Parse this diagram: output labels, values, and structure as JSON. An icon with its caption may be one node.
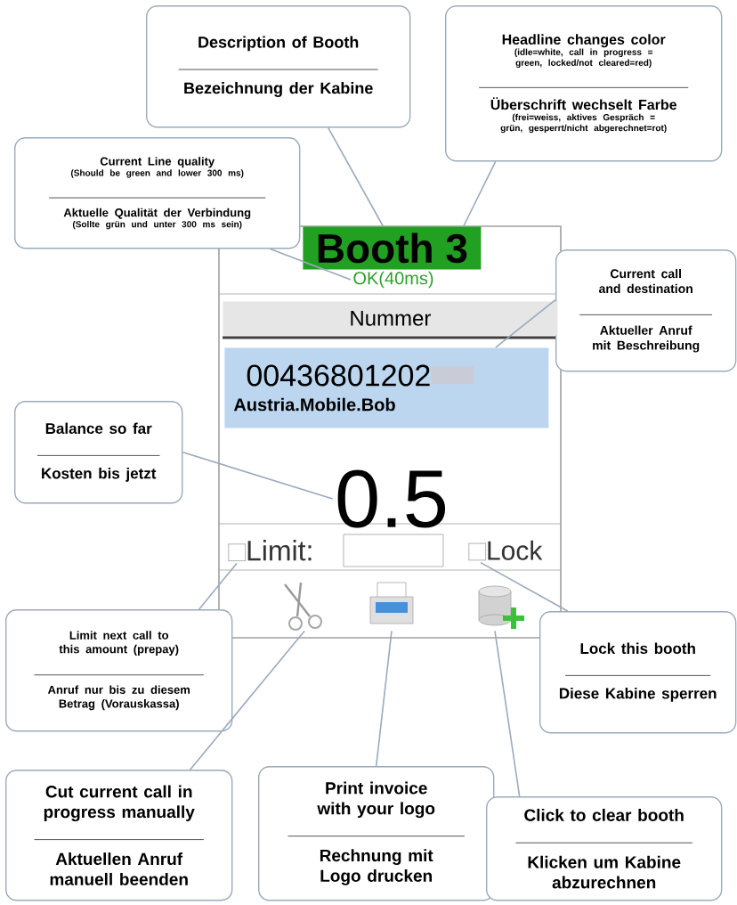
{
  "diagram": {
    "nodes": [
      {
        "text": [
          "Description of Booth",
          "Bezeichnung der Kabine"
        ]
      },
      {
        "text": [
          "Headline changes color",
          "(idle=white, call in progress = green, locked/not cleared=red)",
          "Überschrift wechselt Farbe",
          "(frei=weiss, aktives Gespräch = grün, gesperrt/nicht abgerechnet=rot)"
        ]
      },
      {
        "text": [
          "Current Line quality",
          "(Should be green and lower 300 ms)",
          "Aktuelle Qualität der Verbindung",
          "(Sollte grün und unter 300 ms sein)"
        ]
      },
      {
        "text": [
          "Current call and destination",
          "Aktueller Anruf mit Beschreibung"
        ]
      },
      {
        "text": [
          "Balance so far",
          "Kosten bis jetzt"
        ]
      },
      {
        "text": [
          "Limit next call to this amount (prepay)",
          "Anruf nur bis zu diesem Betrag (Vorauskassa)"
        ]
      },
      {
        "text": [
          "Lock this booth",
          "Diese Kabine sperren"
        ]
      },
      {
        "text": [
          "Cut current call in progress manually",
          "Aktuellen Anruf manuell beenden"
        ]
      },
      {
        "text": [
          "Print invoice with your logo",
          "Rechnung mit Logo drucken"
        ]
      },
      {
        "text": [
          "Click to clear booth",
          "Klicken um Kabine abzurechnen"
        ]
      },
      {
        "text": [
          "Booth 3"
        ]
      },
      {
        "text": [
          "OK(40ms)"
        ]
      },
      {
        "text": [
          "Nummer"
        ]
      },
      {
        "text": [
          "00436801202",
          "Austria.Mobile.Bob"
        ]
      },
      {
        "text": [
          "0.5"
        ]
      },
      {
        "text": [
          "Limit:"
        ]
      },
      {
        "text": [
          "Lock"
        ]
      },
      {
        "text": [],
        "shape": "picture"
      },
      {
        "text": [],
        "shape": "picture"
      },
      {
        "text": [],
        "shape": "picture"
      }
    ],
    "edges": [
      {
        "from": 0,
        "to": 10,
        "arrow": "none"
      },
      {
        "from": 1,
        "to": 10,
        "arrow": "none"
      },
      {
        "from": 2,
        "to": 11,
        "arrow": "none"
      },
      {
        "from": 3,
        "to": 13,
        "arrow": "none"
      },
      {
        "from": 4,
        "to": 14,
        "arrow": "none"
      },
      {
        "from": 5,
        "to": 15,
        "arrow": "none"
      },
      {
        "from": 6,
        "to": 16,
        "arrow": "none"
      },
      {
        "from": 7,
        "to": 17,
        "arrow": "none"
      },
      {
        "from": 8,
        "to": 18,
        "arrow": "none"
      },
      {
        "from": 9,
        "to": 19,
        "arrow": "none"
      }
    ]
  }
}
